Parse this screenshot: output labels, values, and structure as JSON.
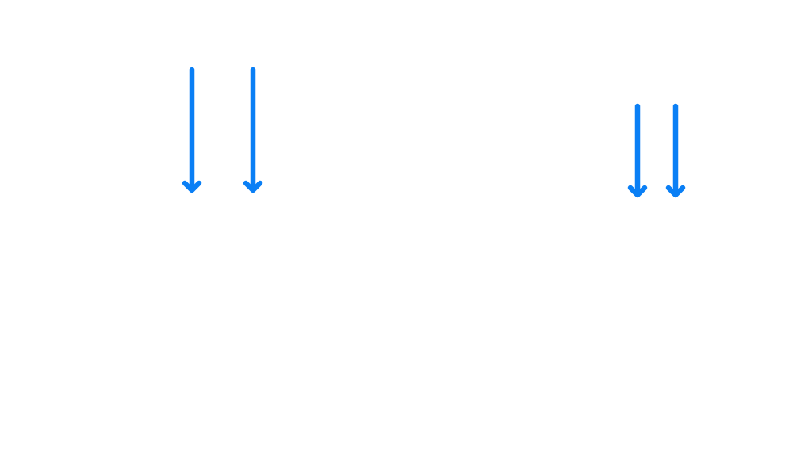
{
  "diagram": {
    "background": "#ffffff",
    "arrow_color": "#0a7ff5",
    "groups": [
      {
        "name": "left-arrow-pair",
        "arrows": [
          {
            "direction": "down",
            "icon": "arrow-down-icon"
          },
          {
            "direction": "down",
            "icon": "arrow-down-icon"
          }
        ]
      },
      {
        "name": "right-arrow-pair",
        "arrows": [
          {
            "direction": "down",
            "icon": "arrow-down-icon"
          },
          {
            "direction": "down",
            "icon": "arrow-down-icon"
          }
        ]
      }
    ]
  }
}
